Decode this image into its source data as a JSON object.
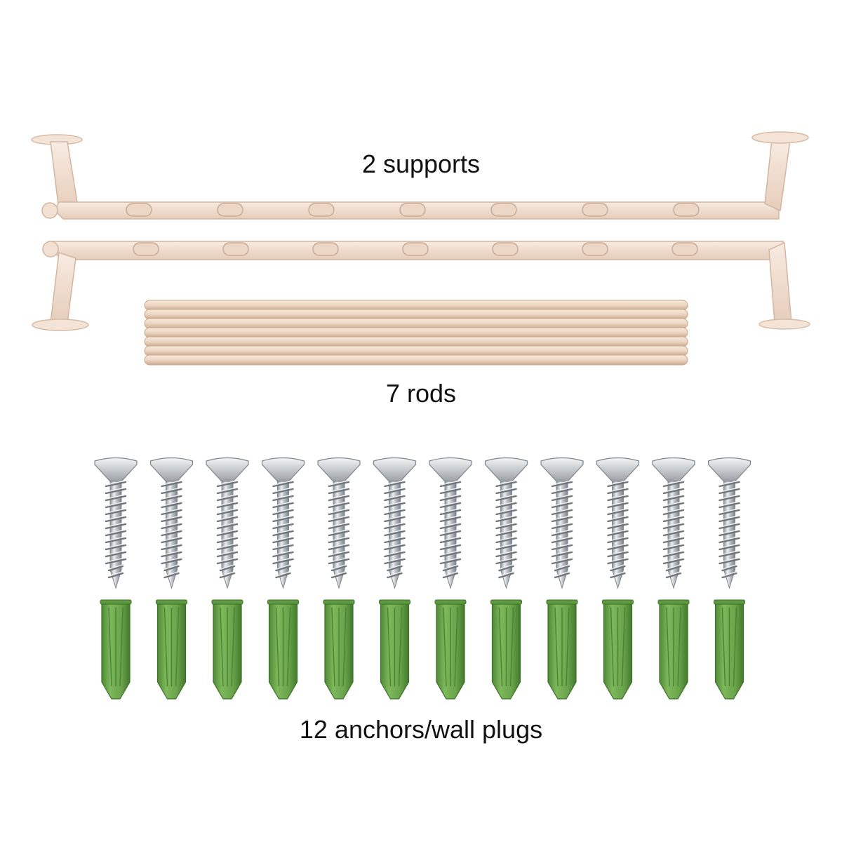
{
  "captions": {
    "supports": "2 supports",
    "rods": "7 rods",
    "anchors": "12 anchors/wall plugs"
  },
  "parts": {
    "support_count": 2,
    "rod_count": 7,
    "screw_count": 12,
    "plug_count": 12,
    "notches_per_support": 7
  },
  "colors": {
    "background": "#ffffff",
    "support": "#f3e1d4",
    "support_shadow": "#d8bca9",
    "rod": "#eed9c6",
    "rod_shadow": "#cdae95",
    "screw": "#c9cdd1",
    "screw_dark": "#8c9298",
    "plug": "#6fa84f",
    "plug_dark": "#4f8a36"
  }
}
